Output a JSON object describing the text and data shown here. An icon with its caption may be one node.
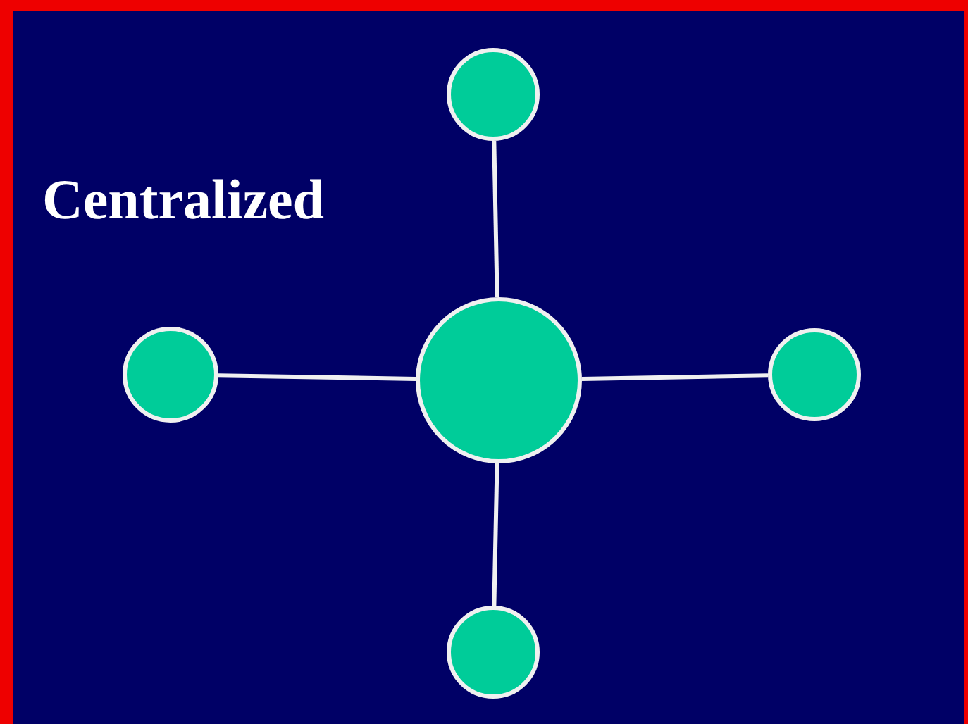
{
  "diagram": {
    "title": "Centralized",
    "nodes": [
      {
        "text": [],
        "shape": "circle"
      },
      {
        "text": [],
        "shape": "circle"
      },
      {
        "text": [],
        "shape": "circle"
      },
      {
        "text": [],
        "shape": "circle"
      },
      {
        "text": [],
        "shape": "circle"
      }
    ],
    "edges": [
      {
        "from": 2,
        "to": 0,
        "arrow": "none"
      },
      {
        "from": 2,
        "to": 1,
        "arrow": "none"
      },
      {
        "from": 2,
        "to": 3,
        "arrow": "none"
      },
      {
        "from": 2,
        "to": 4,
        "arrow": "none"
      }
    ]
  }
}
